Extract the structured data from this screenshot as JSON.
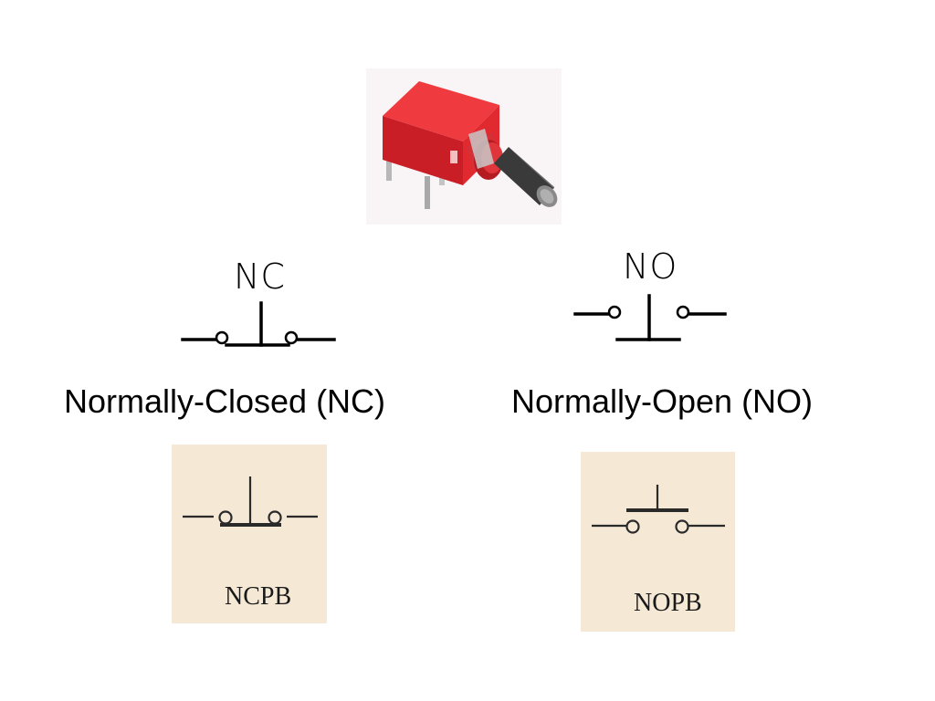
{
  "nc": {
    "tag": "NC",
    "caption": "Normally-Closed (NC)",
    "pb_label": "NCPB"
  },
  "no": {
    "tag": "NO",
    "caption": "Normally-Open (NO)",
    "pb_label": "NOPB"
  },
  "colors": {
    "switch_body": "#d8232a",
    "pb_background": "#f5e9d6"
  },
  "icons": {
    "photo": "push-button-switch-icon"
  }
}
